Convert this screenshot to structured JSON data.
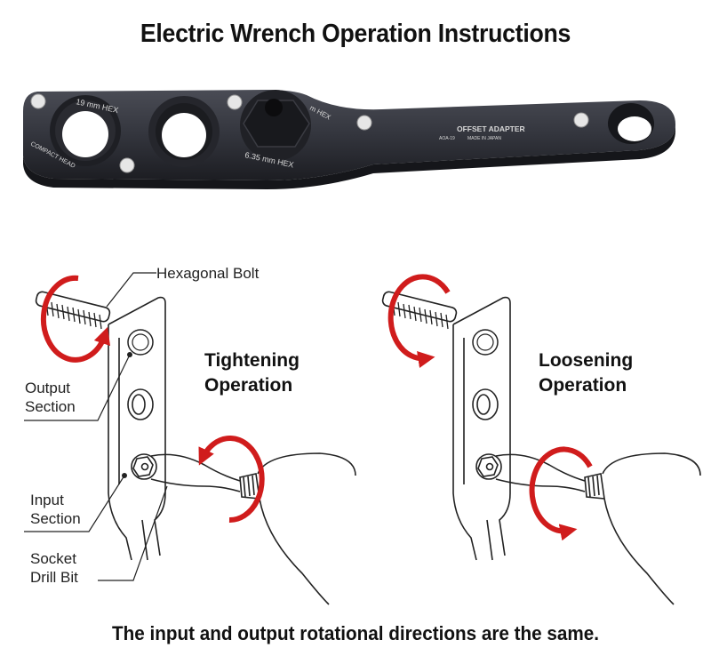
{
  "title": "Electric Wrench Operation Instructions",
  "caption": "The input and output rotational directions are the same.",
  "colors": {
    "arrow": "#d01c1c",
    "wrench_body": "#2c2e36",
    "wrench_engraving": "#d8d8d8",
    "background": "#ffffff"
  },
  "product_photo": {
    "engravings": {
      "size_19": "19 mm HEX",
      "compact_head": "COMPACT HEAD",
      "size_635": "6.35 mm HEX",
      "hex_partial": "m HEX",
      "product_name": "OFFSET ADAPTER",
      "model": "AOA-19",
      "origin": "MADE IN JAPAN"
    }
  },
  "diagrams": [
    {
      "id": "tightening",
      "heading_line1": "Tightening",
      "heading_line2": "Operation",
      "rotation": "clockwise",
      "callouts": {
        "bolt": "Hexagonal Bolt",
        "output_line1": "Output",
        "output_line2": "Section",
        "input_line1": "Input",
        "input_line2": "Section",
        "bit_line1": "Socket",
        "bit_line2": "Drill Bit"
      }
    },
    {
      "id": "loosening",
      "heading_line1": "Loosening",
      "heading_line2": "Operation",
      "rotation": "counterclockwise"
    }
  ]
}
